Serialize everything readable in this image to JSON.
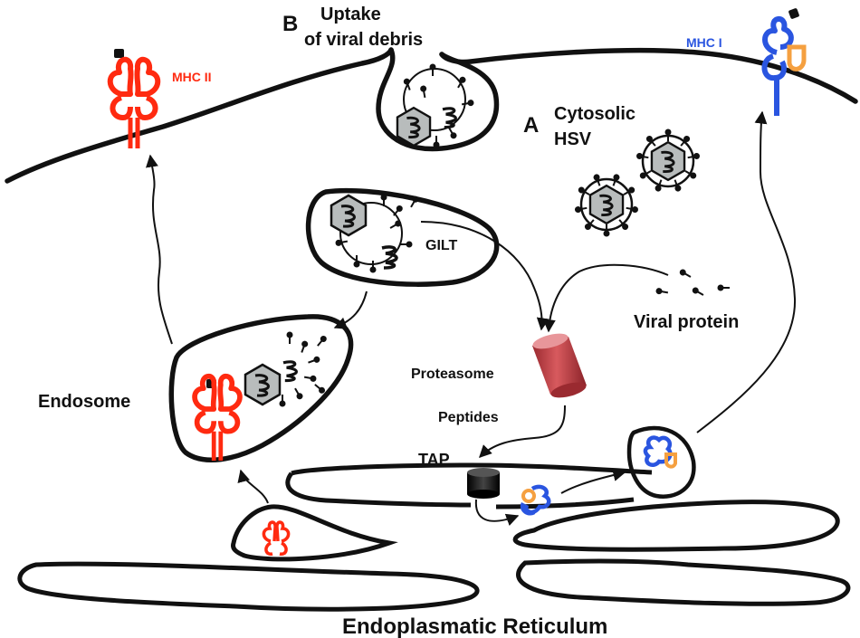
{
  "labels": {
    "panel_b": "B",
    "uptake_line1": "Uptake",
    "uptake_line2": "of viral debris",
    "panel_a": "A",
    "cytosolic_line1": "Cytosolic",
    "cytosolic_line2": "HSV",
    "mhc2": "MHC II",
    "mhc1": "MHC I",
    "gilt": "GILT",
    "viral_protein": "Viral protein",
    "proteasome": "Proteasome",
    "peptides": "Peptides",
    "endosome": "Endosome",
    "tap": "TAP",
    "er": "Endoplasmatic Reticulum"
  },
  "colors": {
    "mhc2": "#ff2a10",
    "mhc1": "#2a55e0",
    "peptide": "#f5a040",
    "proteasome": "#c0393f",
    "tap": "#111111",
    "capsid": "#b8bcbc",
    "stroke": "#111111"
  },
  "icons": {
    "mhc2": "mhc-class-2-molecule-icon",
    "mhc1": "mhc-class-1-molecule-icon",
    "virion": "hsv-virion-icon",
    "proteasome": "proteasome-cylinder-icon",
    "tap": "tap-transporter-icon"
  }
}
